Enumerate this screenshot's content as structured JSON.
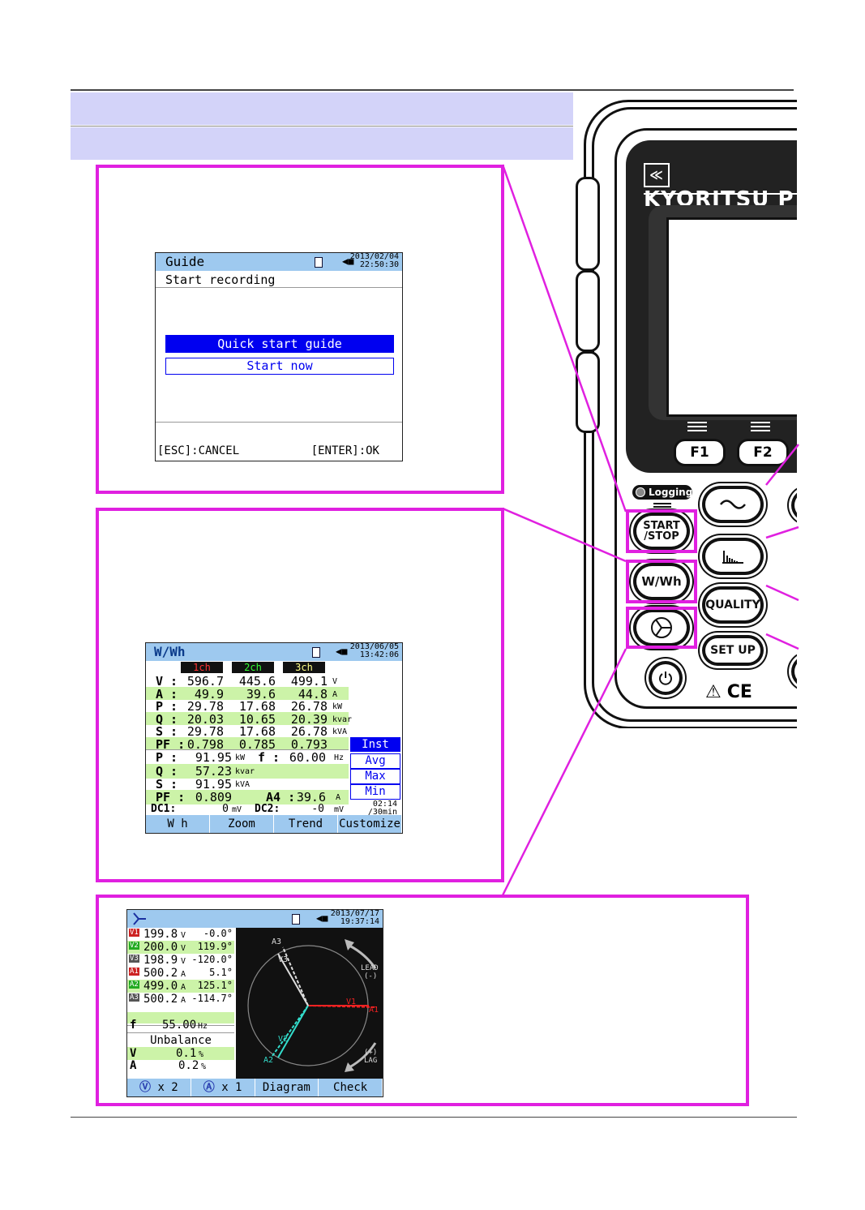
{
  "colors": {
    "band": "#d3d3f9",
    "highlight": "#e020e0",
    "lcd_title": "#9ec9ef",
    "lcd_green": "#ccf3a8",
    "select_blue": "#0000f0"
  },
  "guide_screen": {
    "title": "Guide",
    "date": "2013/02/04",
    "time": "22:50:30",
    "subtitle": "Start recording",
    "option_selected": "Quick start guide",
    "option_other": "Start now",
    "footer_left": "[ESC]:CANCEL",
    "footer_right": "[ENTER]:OK"
  },
  "wwh_screen": {
    "title": "W/Wh",
    "date": "2013/06/05",
    "time": "13:42:06",
    "channels": [
      "1ch",
      "2ch",
      "3ch"
    ],
    "rows": [
      {
        "label": "V :",
        "v1": "596.7",
        "v2": "445.6",
        "v3": "499.1",
        "unit": "V"
      },
      {
        "label": "A :",
        "v1": "49.9",
        "v2": "39.6",
        "v3": "44.8",
        "unit": "A"
      },
      {
        "label": "P :",
        "v1": "29.78",
        "v2": "17.68",
        "v3": "26.78",
        "unit": "kW"
      },
      {
        "label": "Q :",
        "v1": "20.03",
        "v2": "10.65",
        "v3": "20.39",
        "unit": "kvar"
      },
      {
        "label": "S :",
        "v1": "29.78",
        "v2": "17.68",
        "v3": "26.78",
        "unit": "kVA"
      },
      {
        "label": "PF :",
        "v1": "0.798",
        "v2": "0.785",
        "v3": "0.793",
        "unit": ""
      }
    ],
    "sum_p": {
      "label": "P :",
      "value": "91.95",
      "unit": "kW",
      "f_label": "f :",
      "f_value": "60.00",
      "f_unit": "Hz"
    },
    "sum_q": {
      "label": "Q :",
      "value": "57.23",
      "unit": "kvar"
    },
    "sum_s": {
      "label": "S :",
      "value": "91.95",
      "unit": "kVA"
    },
    "sum_pf": {
      "label": "PF :",
      "value": "0.809",
      "a4_label": "A4 :",
      "a4_value": "39.6",
      "a4_unit": "A"
    },
    "dc": {
      "dc1_label": "DC1:",
      "dc1_value": "0",
      "dc1_unit": "mV",
      "dc2_label": "DC2:",
      "dc2_value": "-0",
      "dc2_unit": "mV"
    },
    "modes": [
      "Inst",
      "Avg",
      "Max",
      "Min"
    ],
    "interval_top": "02:14",
    "interval_bottom": "/30min",
    "fkeys": [
      "W h",
      "Zoom",
      "Trend",
      "Customize"
    ]
  },
  "vector_screen": {
    "date": "2013/07/17",
    "time": "19:37:14",
    "rows": [
      {
        "tag": "V1",
        "value": "199.8",
        "unit": "V",
        "angle": "-0.0°"
      },
      {
        "tag": "V2",
        "value": "200.0",
        "unit": "V",
        "angle": "119.9°"
      },
      {
        "tag": "V3",
        "value": "198.9",
        "unit": "V",
        "angle": "-120.0°"
      },
      {
        "tag": "A1",
        "value": "500.2",
        "unit": "A",
        "angle": "5.1°"
      },
      {
        "tag": "A2",
        "value": "499.0",
        "unit": "A",
        "angle": "125.1°"
      },
      {
        "tag": "A3",
        "value": "500.2",
        "unit": "A",
        "angle": "-114.7°"
      }
    ],
    "freq_label": "f",
    "freq_value": "55.00",
    "freq_unit": "Hz",
    "unbalance_title": "Unbalance",
    "unb_v_label": "V",
    "unb_v_value": "0.1",
    "unb_a_label": "A",
    "unb_a_value": "0.2",
    "unb_unit": "%",
    "diagram_labels": {
      "a1": "A1",
      "a2": "A2",
      "a3": "A3",
      "v1": "V1",
      "v2": "V2",
      "v3": "V3",
      "lead": "LEAD",
      "lead_sign": "(-)",
      "lag": "LAG",
      "lag_sign": "(+)"
    },
    "fkeys": [
      "x 2",
      "x 1",
      "Diagram",
      "Check"
    ]
  },
  "device": {
    "brand": "KYORITSU",
    "brand_partial": "P",
    "f1": "F1",
    "f2": "F2",
    "logging": "Logging",
    "start_stop_line1": "START",
    "start_stop_line2": "/STOP",
    "wwh": "W/Wh",
    "quality": "QUALITY",
    "setup": "SET UP"
  }
}
